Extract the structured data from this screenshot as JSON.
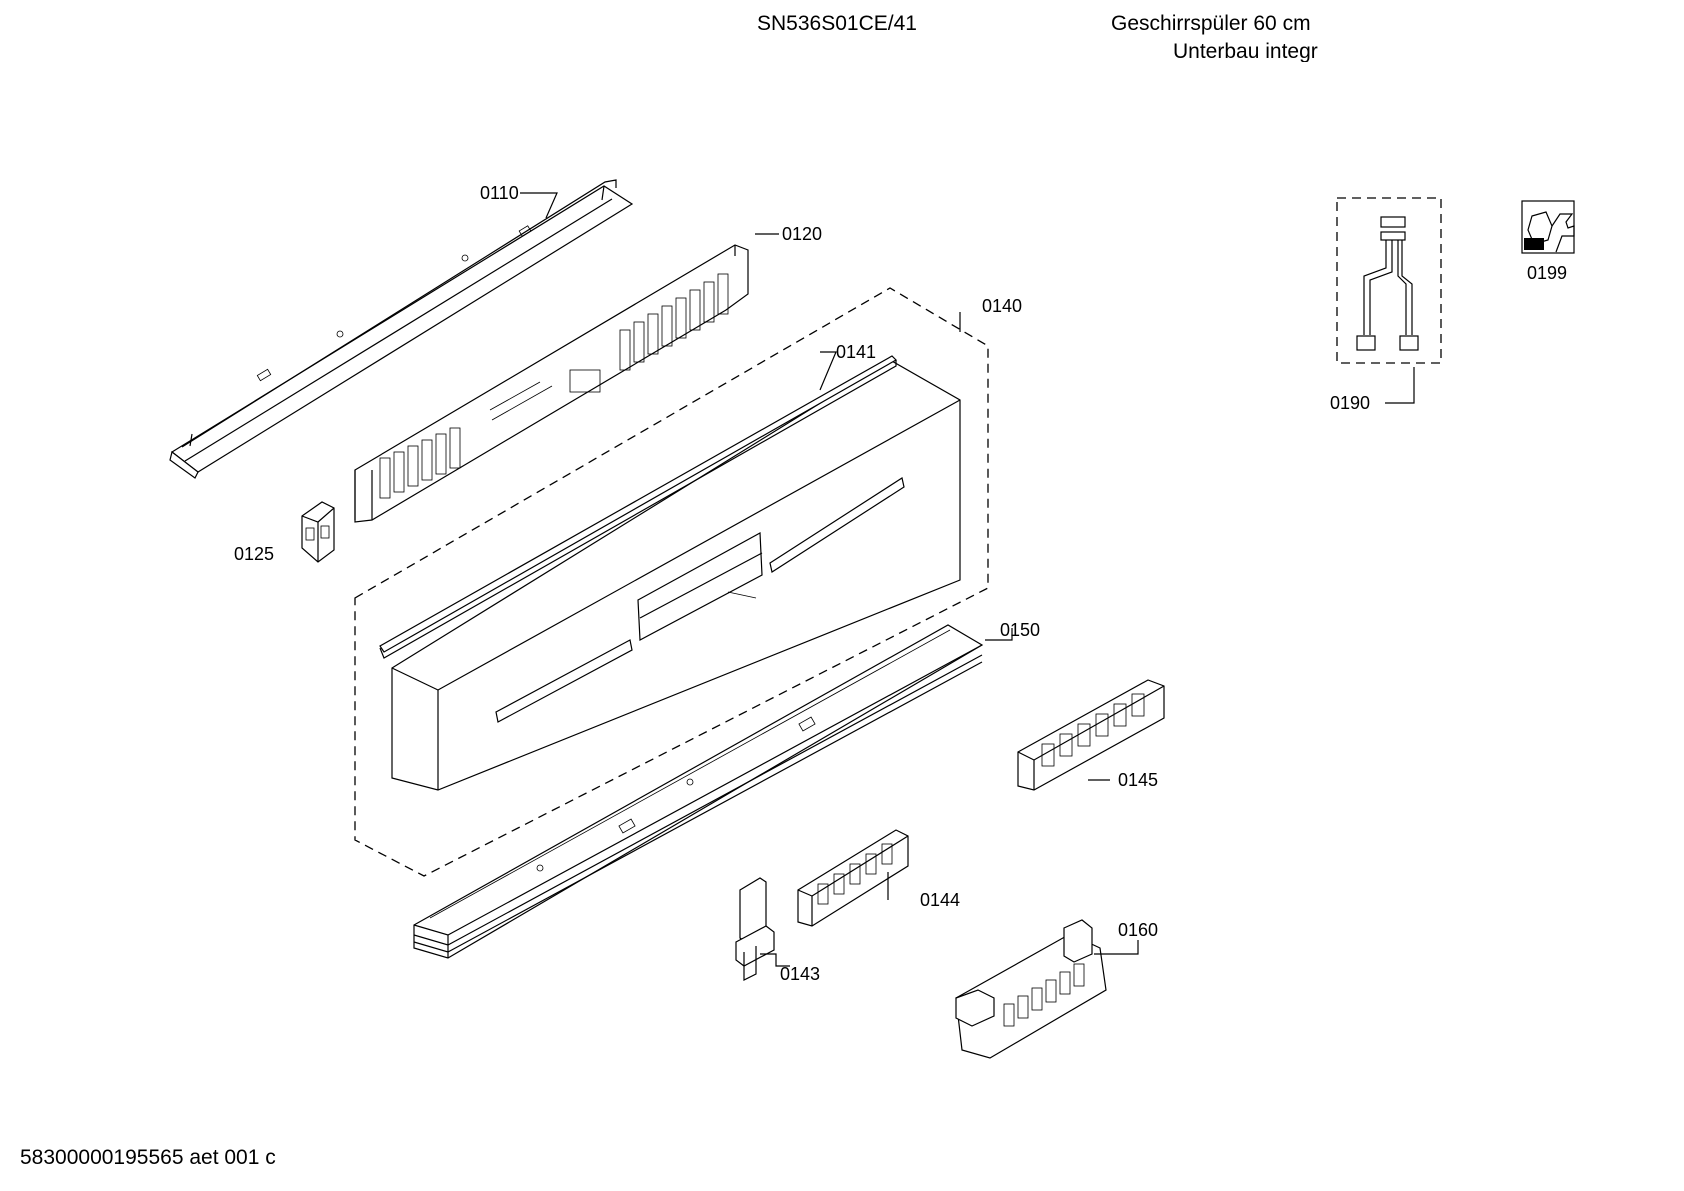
{
  "header": {
    "model": "SN536S01CE/41",
    "description_line1": "Geschirrspüler 60 cm",
    "description_line2": "Unterbau integr"
  },
  "footer": {
    "document_code": "58300000195565 aet 001 c"
  },
  "part_labels": {
    "p0110": "0110",
    "p0120": "0120",
    "p0125": "0125",
    "p0140": "0140",
    "p0141": "0141",
    "p0143": "0143",
    "p0144": "0144",
    "p0145": "0145",
    "p0150": "0150",
    "p0160": "0160",
    "p0190": "0190",
    "p0199": "0199"
  }
}
